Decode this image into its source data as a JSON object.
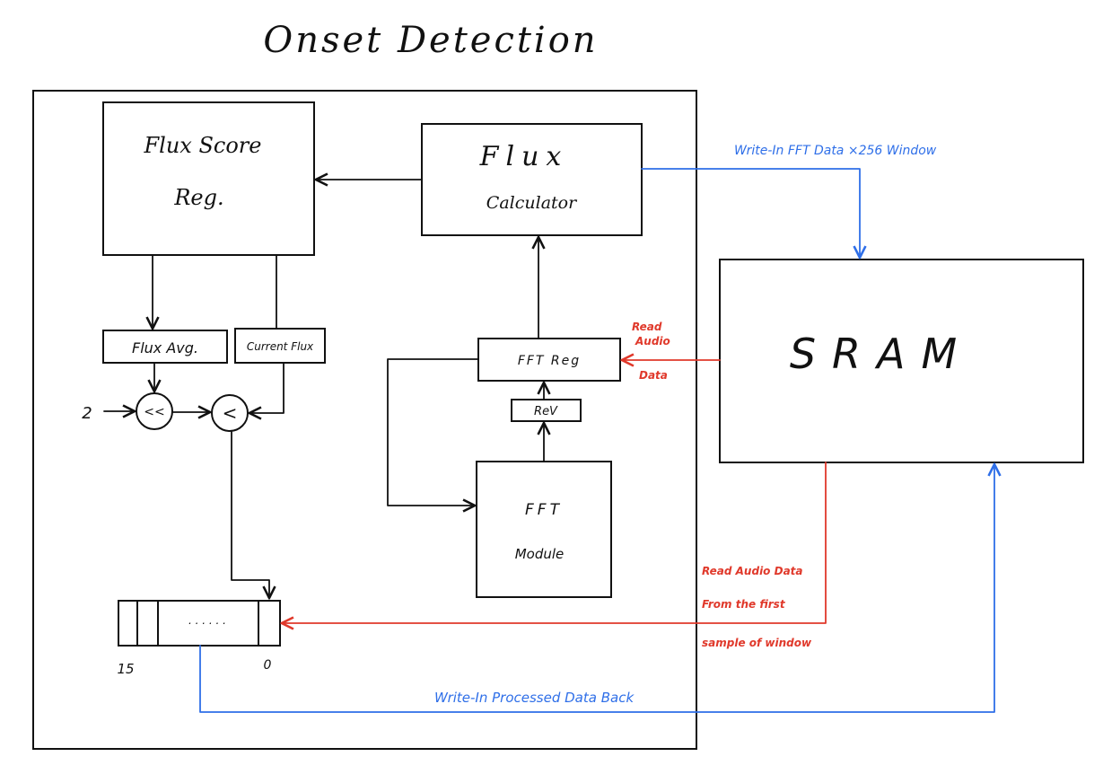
{
  "title": "Onset Detection",
  "blocks": {
    "flux_score_reg": {
      "line1": "Flux Score",
      "line2": "Reg."
    },
    "flux_calculator": {
      "line1": "Flux",
      "line2": "Calculator"
    },
    "flux_avg": "Flux Avg.",
    "current_flux": "Current Flux",
    "fft_reg": "FFT Reg",
    "rev": "ReV",
    "fft_module": {
      "line1": "FFT",
      "line2": "Module"
    },
    "sram": "SRAM",
    "shift_op": "<<",
    "compare_op": "<",
    "shift_amount": "2",
    "buffer_dots": ". . . . . .",
    "buffer_msb": "15",
    "buffer_lsb": "0"
  },
  "annotations": {
    "write_fft": "Write-In FFT Data ×256 Window",
    "read_audio_top": {
      "line1": "Read",
      "line2": "Audio",
      "line3": "Data"
    },
    "read_audio_bottom": {
      "line1": "Read Audio Data",
      "line2": "From the first",
      "line3": "sample of window"
    },
    "write_processed": "Write-In Processed Data Back"
  },
  "colors": {
    "ink": "#111111",
    "red": "#e0392b",
    "blue": "#2f6fe8"
  }
}
